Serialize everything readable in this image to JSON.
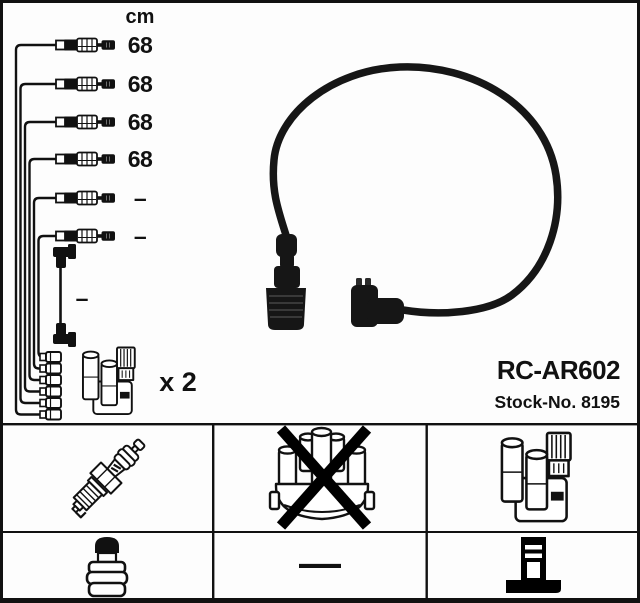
{
  "colors": {
    "ink": "#111111",
    "background": "#ffffff"
  },
  "length_table": {
    "unit_header": "cm",
    "rows": [
      "68",
      "68",
      "68",
      "68",
      "–",
      "–"
    ],
    "king_lead_length": "–",
    "coil_quantity_label": "x 2"
  },
  "product": {
    "code": "RC-AR602",
    "stock_number": "Stock-No. 8195"
  },
  "legend": {
    "dash_symbol": "—",
    "icons": [
      "spark-plug-icon",
      "distributor-cap-crossed-icon",
      "ignition-coil-icon",
      "terminal-nut-icon",
      "dash-symbol",
      "terminal-post-icon"
    ]
  }
}
